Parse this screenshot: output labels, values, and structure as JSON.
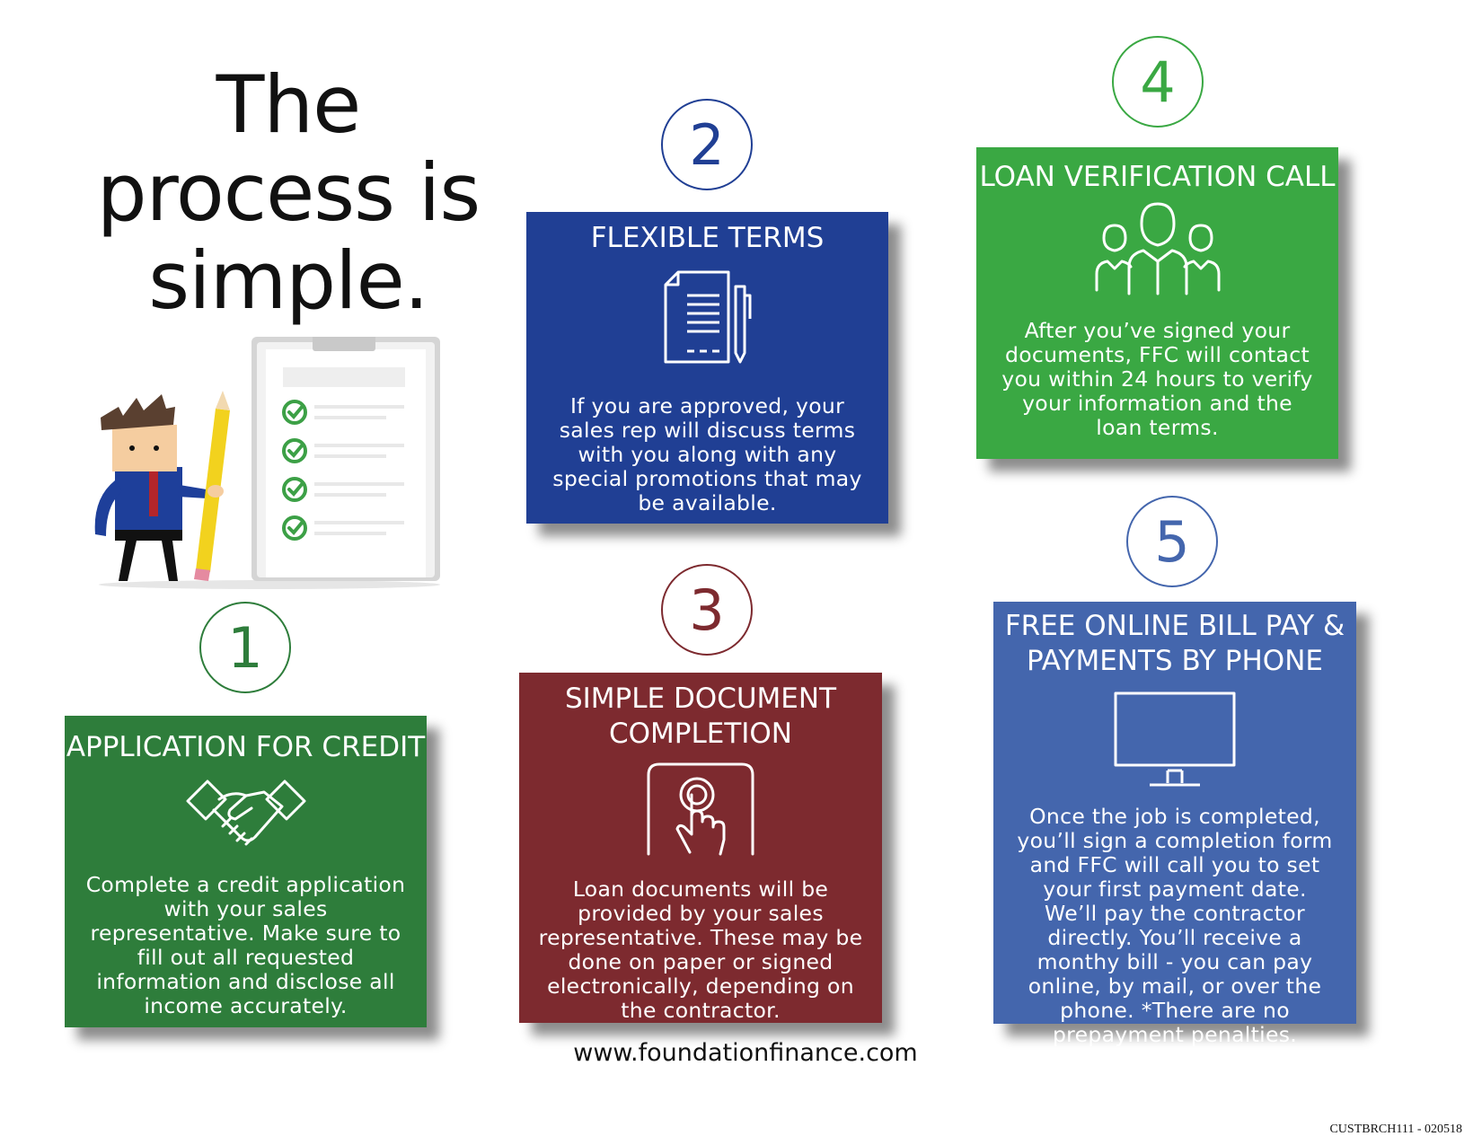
{
  "headline": {
    "line1": "The",
    "line2": "process is",
    "line3": "simple."
  },
  "colors": {
    "green": "#2e7d3b",
    "blue": "#203f94",
    "maroon": "#7d2a2f",
    "bright_green": "#3aa843",
    "steel_blue": "#4466ad"
  },
  "steps": [
    {
      "number": "1",
      "title": "APPLICATION FOR CREDIT",
      "icon": "handshake-icon",
      "body": "Complete a credit application with your sales representative. Make sure to fill out all requested information and disclose all income accurately."
    },
    {
      "number": "2",
      "title": "FLEXIBLE TERMS",
      "icon": "document-pen-icon",
      "body": "If you are approved, your sales rep will discuss terms with you along with any special promotions that may be available."
    },
    {
      "number": "3",
      "title_line1": "SIMPLE DOCUMENT",
      "title_line2": "COMPLETION",
      "icon": "touch-screen-icon",
      "body": "Loan documents will be provided by your sales representative.  These may be done on paper or signed electronically, depending on the contractor."
    },
    {
      "number": "4",
      "title": "LOAN VERIFICATION CALL",
      "icon": "people-group-icon",
      "body": "After you’ve signed your documents, FFC will contact you within 24 hours to verify your information and the loan terms."
    },
    {
      "number": "5",
      "title_line1": "FREE ONLINE BILL PAY &",
      "title_line2": "PAYMENTS BY PHONE",
      "icon": "monitor-icon",
      "body": "Once the job is completed, you’ll sign a completion form and FFC will call you to set your first payment date. We’ll pay the contractor directly. You’ll receive a monthy bill - you can pay online, by mail, or over the phone. *There are no prepayment penalties."
    }
  ],
  "footer": {
    "url": "www.foundationfinance.com",
    "code": "CUSTBRCH111 - 020518"
  }
}
